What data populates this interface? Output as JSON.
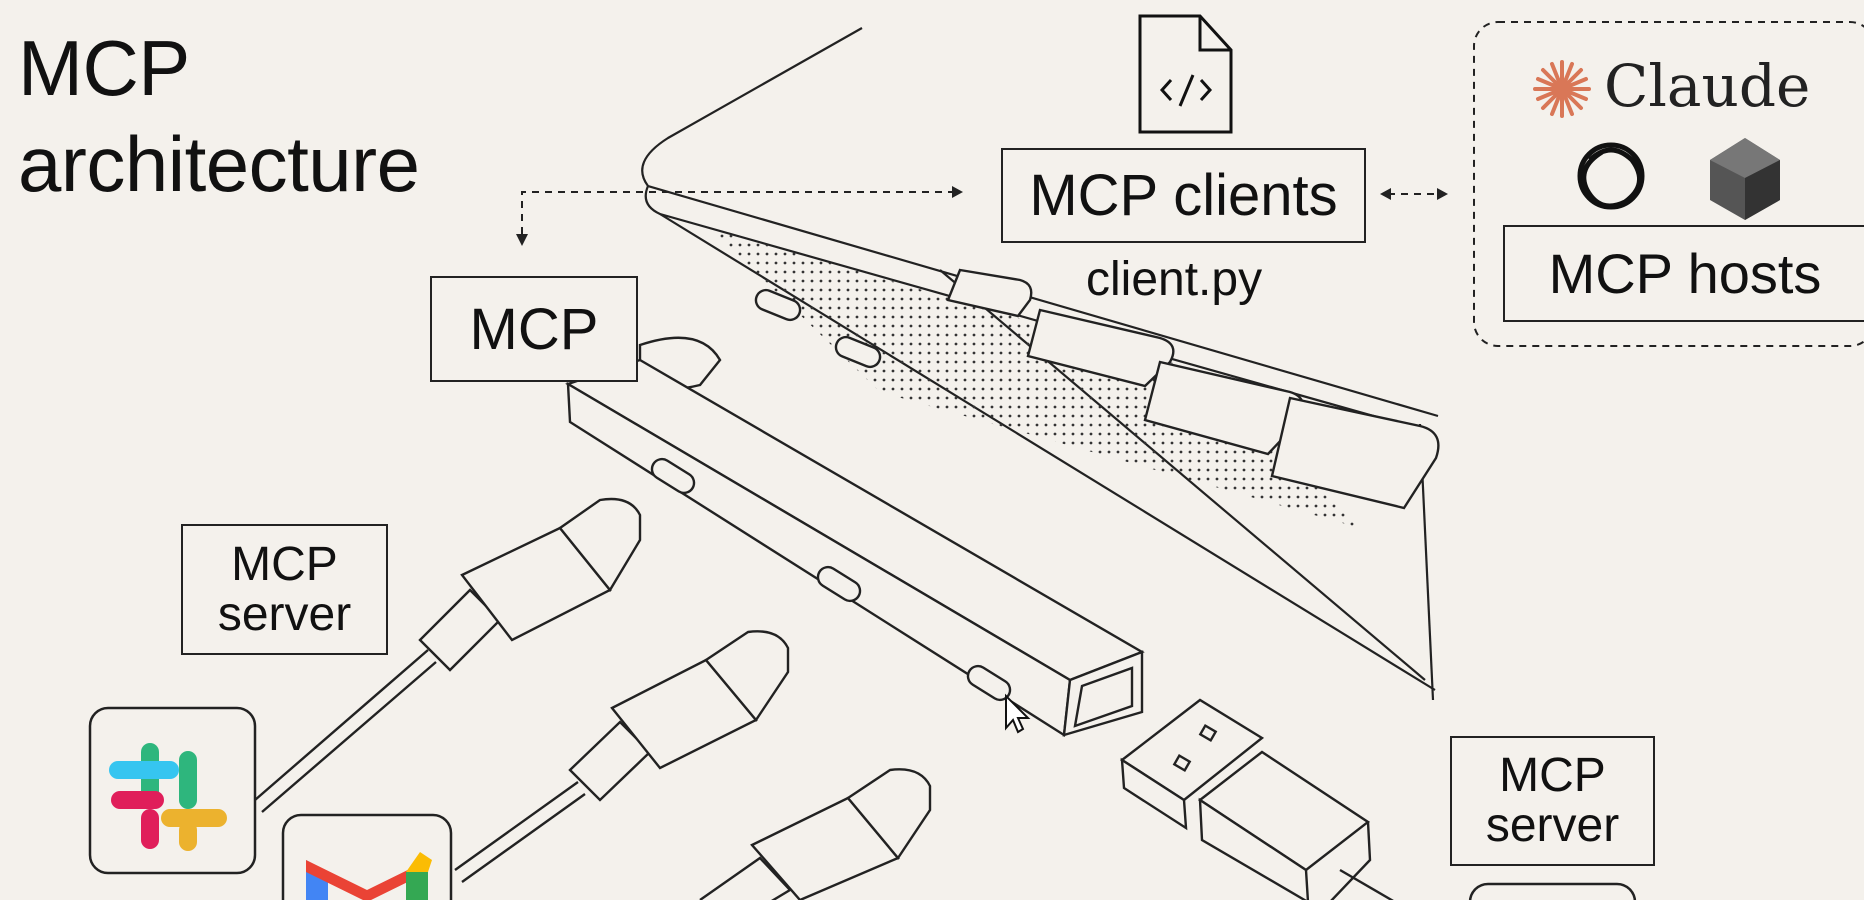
{
  "title": {
    "line1": "MCP",
    "line2": "architecture"
  },
  "labels": {
    "mcp_clients": "MCP clients",
    "client_file": "client.py",
    "mcp": "MCP",
    "mcp_hosts": "MCP hosts",
    "claude": "Claude",
    "server_left_line1": "MCP",
    "server_left_line2": "server",
    "server_right_line1": "MCP",
    "server_right_line2": "server"
  },
  "colors": {
    "background": "#f4f1ec",
    "ink": "#222222",
    "claude_accent": "#d97757",
    "slack": [
      "#36c5f0",
      "#2eb67d",
      "#ecb22e",
      "#e01e5a"
    ],
    "gmail": [
      "#ea4335",
      "#4285f4",
      "#34a853",
      "#fbbc04"
    ]
  },
  "icons": [
    "code-file-icon",
    "claude-star-icon",
    "openai-icon",
    "hexagon-ai-icon",
    "slack-icon",
    "gmail-icon",
    "cursor-icon"
  ]
}
